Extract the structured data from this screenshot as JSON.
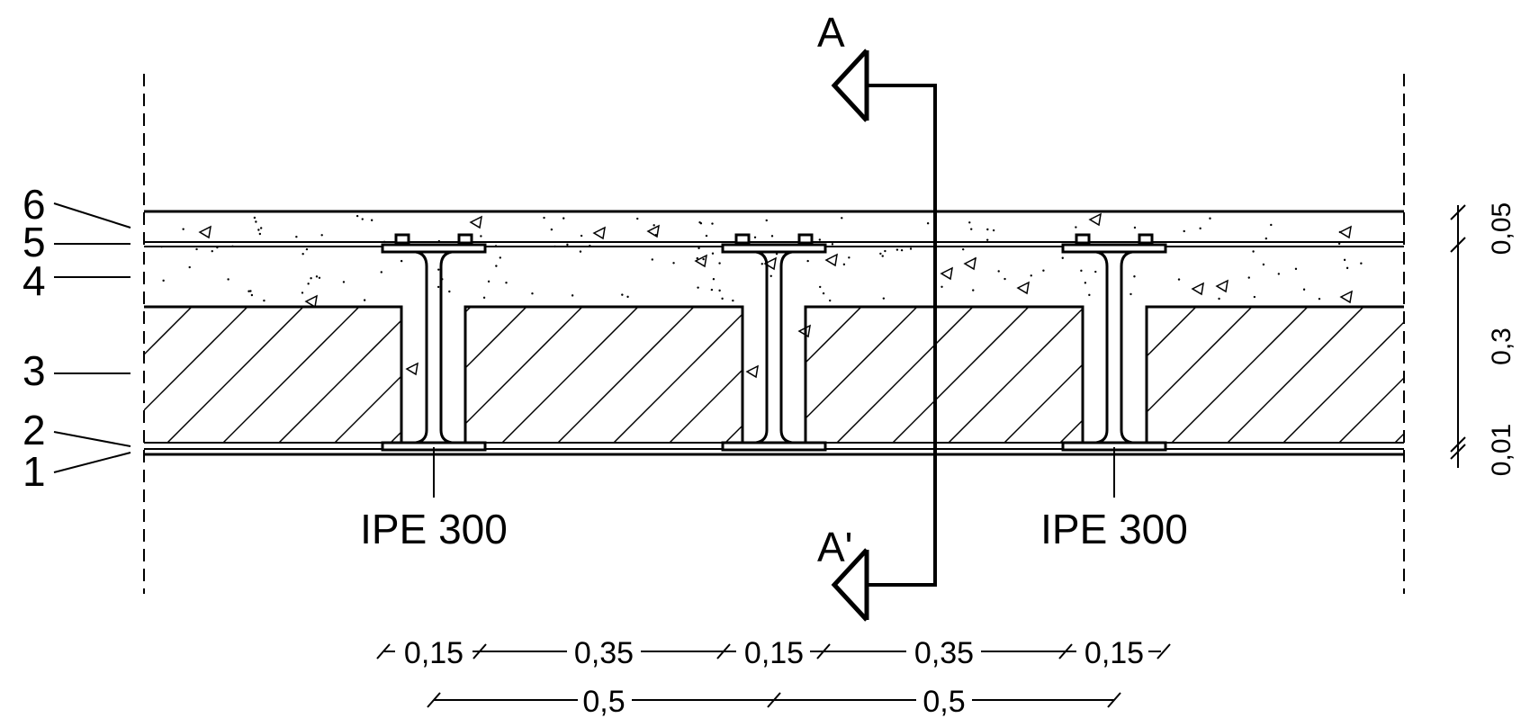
{
  "layer_numbers": [
    "6",
    "5",
    "4",
    "3",
    "2",
    "1"
  ],
  "section_marks": {
    "top": "A",
    "bottom": "A'"
  },
  "beam_labels": [
    "IPE 300",
    "IPE 300"
  ],
  "horizontal_dimensions": {
    "row1": [
      "0,15",
      "0,35",
      "0,15",
      "0,35",
      "0,15"
    ],
    "row2": [
      "0,5",
      "0,5"
    ]
  },
  "vertical_dimensions": [
    "0,05",
    "0,3",
    "0,01"
  ],
  "colors": {
    "line": "#000000",
    "background": "#ffffff"
  }
}
